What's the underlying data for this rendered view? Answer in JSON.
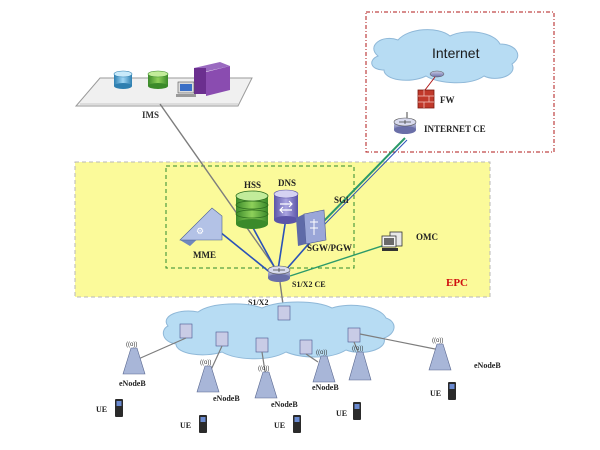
{
  "labels": {
    "internet": "Internet",
    "fw": "FW",
    "internet_ce": "INTERNET CE",
    "ims": "IMS",
    "hss": "HSS",
    "dns": "DNS",
    "sgi": "SGi",
    "mme": "MME",
    "sgw_pgw": "SGW/PGW",
    "omc": "OMC",
    "s1x2_ce": "S1/X2 CE",
    "epc": "EPC",
    "s1x2": "S1/X2",
    "enodeb": "eNodeB",
    "ue": "UE"
  },
  "colors": {
    "epc_fill": "#fbfa9a",
    "epc_border": "#b8b8b8",
    "epc_label": "#d01010",
    "core_border": "#2e8b2e",
    "internet_border": "#b01818",
    "cloud": "#b7dcf3",
    "link_green": "#2b9a6a",
    "link_blue": "#2a52b8",
    "link_gray": "#777777"
  }
}
